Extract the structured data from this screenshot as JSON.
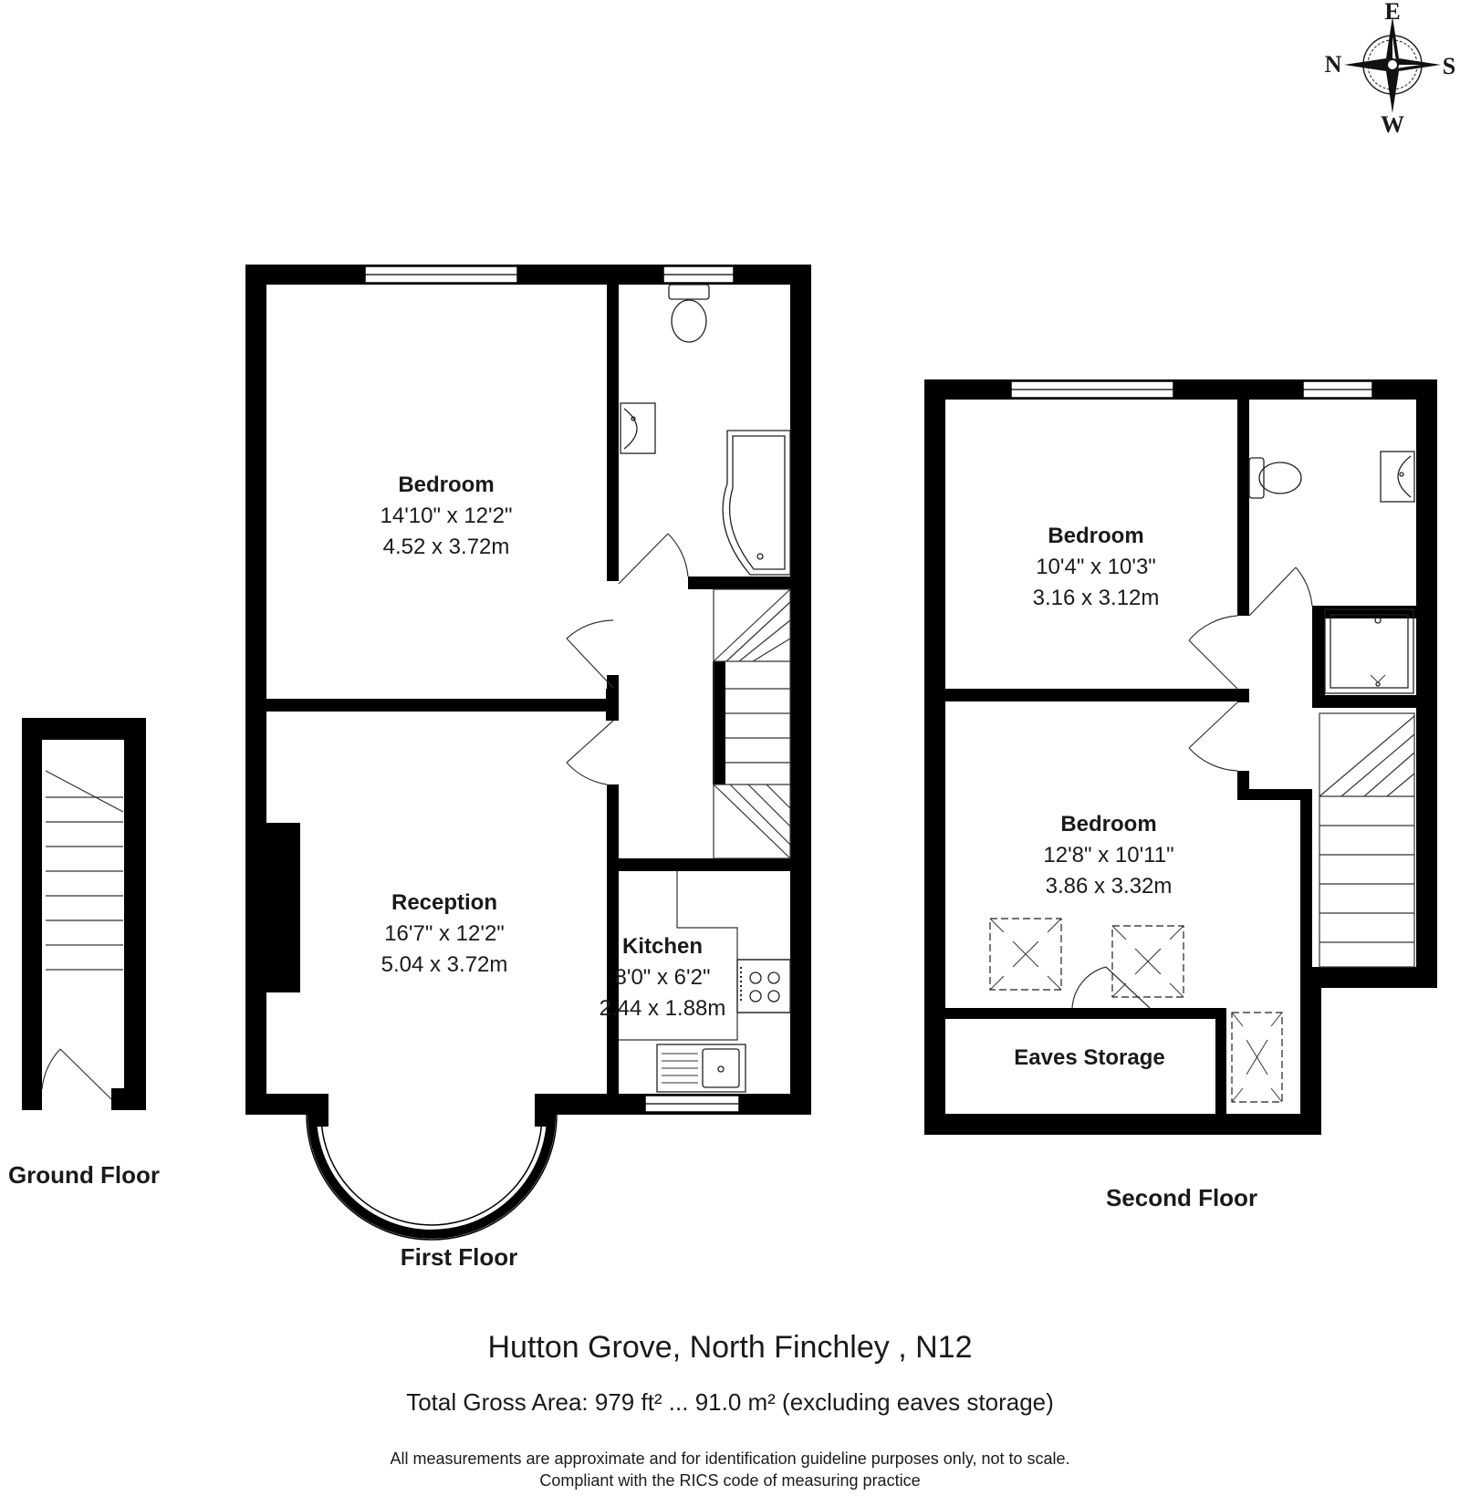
{
  "compass": {
    "north": "N",
    "east": "E",
    "south": "S",
    "west": "W"
  },
  "floors": {
    "ground": {
      "label": "Ground Floor"
    },
    "first": {
      "label": "First Floor",
      "rooms": [
        {
          "name": "Bedroom",
          "dim_imperial": "14'10\" x 12'2\"",
          "dim_metric": "4.52 x 3.72m"
        },
        {
          "name": "Reception",
          "dim_imperial": "16'7\" x 12'2\"",
          "dim_metric": "5.04 x 3.72m"
        },
        {
          "name": "Kitchen",
          "dim_imperial": "8'0\" x 6'2\"",
          "dim_metric": "2.44 x 1.88m"
        }
      ]
    },
    "second": {
      "label": "Second Floor",
      "rooms": [
        {
          "name": "Bedroom",
          "dim_imperial": "10'4\" x 10'3\"",
          "dim_metric": "3.16 x 3.12m"
        },
        {
          "name": "Bedroom",
          "dim_imperial": "12'8\" x 10'11\"",
          "dim_metric": "3.86 x 3.32m"
        },
        {
          "name": "Eaves Storage"
        }
      ]
    }
  },
  "address": "Hutton Grove, North Finchley , N12",
  "total_area": "Total Gross Area: 979 ft² ... 91.0 m² (excluding eaves storage)",
  "disclaimer": {
    "line1": "All measurements are approximate and for identification guideline purposes only, not to scale.",
    "line2": "Compliant with the RICS code of measuring practice"
  }
}
